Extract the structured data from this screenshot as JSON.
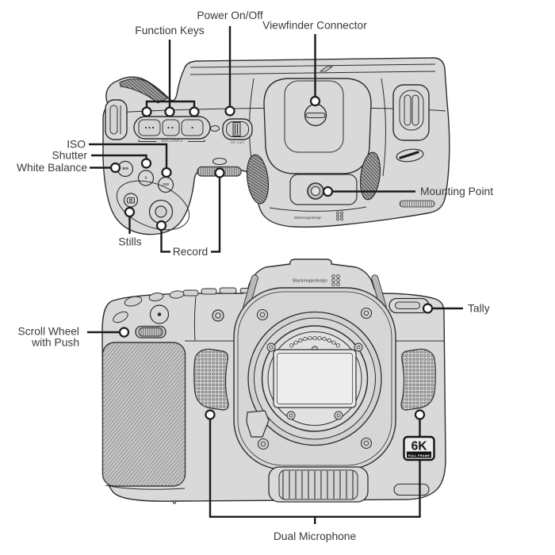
{
  "colors": {
    "background": "#ffffff",
    "body_fill": "#d9d9d9",
    "outline": "#2e2e2e",
    "callout_line": "#1b1b1b",
    "label_text": "#3a3a3a",
    "badge_black": "#141414"
  },
  "top_view": {
    "callouts": {
      "function_keys": "Function Keys",
      "power_on_off": "Power On/Off",
      "viewfinder_connector": "Viewfinder Connector",
      "iso": "ISO",
      "shutter": "Shutter",
      "white_balance": "White Balance",
      "stills": "Stills",
      "record": "Record",
      "mounting_point": "Mounting Point"
    },
    "markings": {
      "brand": "Blackmagicdesign",
      "function_group": "FUNCTION",
      "power_switch": "OFF  ON",
      "wb_button": "WB",
      "shutter_button": "S",
      "iso_button": "ISO"
    }
  },
  "front_view": {
    "callouts": {
      "scroll_wheel_line1": "Scroll Wheel",
      "scroll_wheel_line2": "with Push",
      "tally": "Tally",
      "dual_microphone": "Dual Microphone"
    },
    "markings": {
      "brand": "Blackmagicdesign",
      "badge_resolution": "6K",
      "badge_sensor_size": "FULL FRAME"
    }
  }
}
